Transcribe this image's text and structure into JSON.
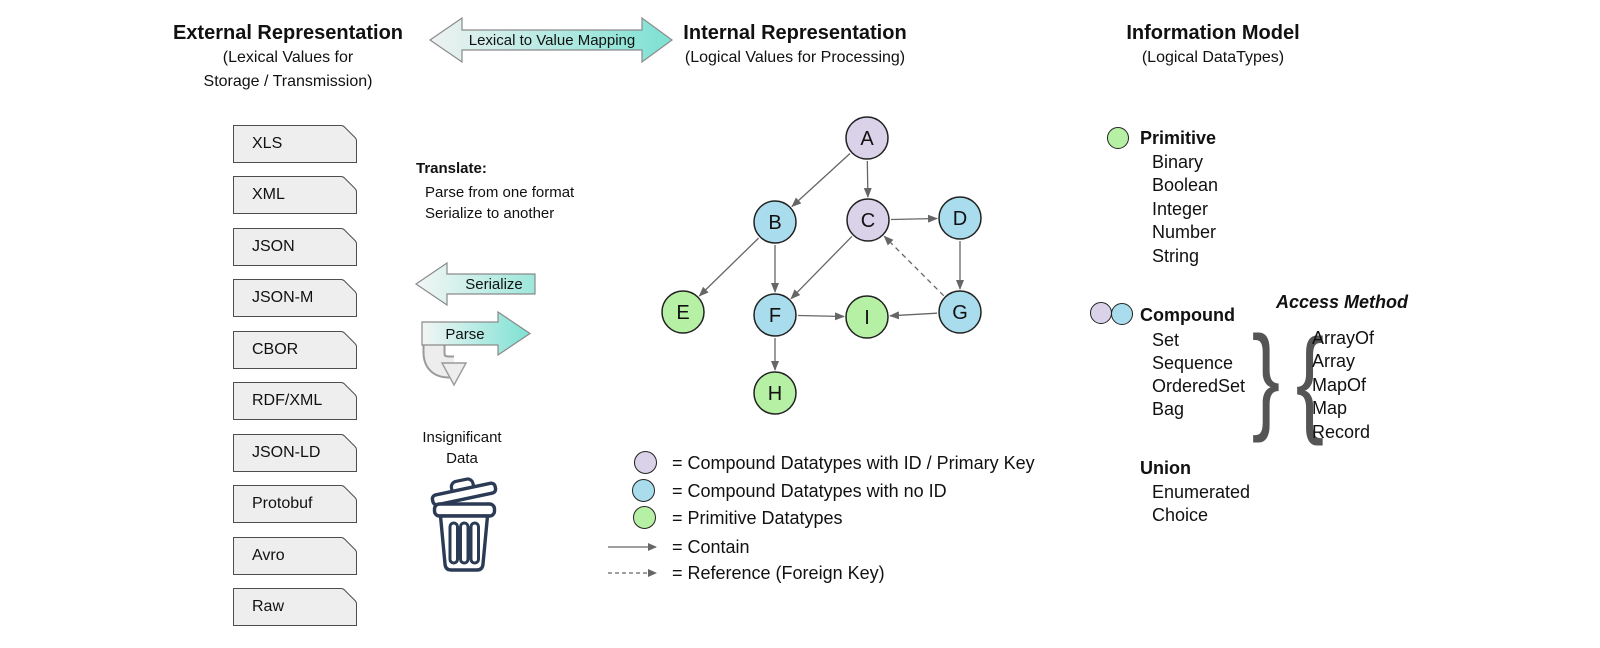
{
  "colors": {
    "purple": "#d9d2e9",
    "blue": "#a9dcec",
    "green": "#b5f0a4",
    "teal": "#7de1d3",
    "teal-light": "#eef2f1",
    "tag-fill": "#eeeeee",
    "edge": "#666666",
    "trash": "#2b3a55",
    "ink": "#111111"
  },
  "header": {
    "external": {
      "title": "External Representation",
      "subtitle1": "(Lexical Values for",
      "subtitle2": "Storage / Transmission)"
    },
    "mapping_label": "Lexical to Value Mapping",
    "internal": {
      "title": "Internal Representation",
      "subtitle": "(Logical Values for Processing)"
    },
    "info_model": {
      "title": "Information Model",
      "subtitle": "(Logical DataTypes)"
    }
  },
  "formats": [
    "XLS",
    "XML",
    "JSON",
    "JSON-M",
    "CBOR",
    "RDF/XML",
    "JSON-LD",
    "Protobuf",
    "Avro",
    "Raw"
  ],
  "translate": {
    "title": "Translate:",
    "line1": "Parse from one format",
    "line2": "Serialize to another",
    "serialize_label": "Serialize",
    "parse_label": "Parse",
    "discard_line1": "Insignificant",
    "discard_line2": "Data"
  },
  "graph": {
    "nodes": [
      {
        "label": "A",
        "kind": "compound-with-id"
      },
      {
        "label": "B",
        "kind": "compound-no-id"
      },
      {
        "label": "C",
        "kind": "compound-with-id"
      },
      {
        "label": "D",
        "kind": "compound-no-id"
      },
      {
        "label": "E",
        "kind": "primitive"
      },
      {
        "label": "F",
        "kind": "compound-no-id"
      },
      {
        "label": "G",
        "kind": "compound-no-id"
      },
      {
        "label": "H",
        "kind": "primitive"
      },
      {
        "label": "I",
        "kind": "primitive"
      }
    ],
    "edges": [
      {
        "from": "A",
        "to": "B",
        "type": "contain"
      },
      {
        "from": "A",
        "to": "C",
        "type": "contain"
      },
      {
        "from": "C",
        "to": "D",
        "type": "contain"
      },
      {
        "from": "B",
        "to": "E",
        "type": "contain"
      },
      {
        "from": "B",
        "to": "F",
        "type": "contain"
      },
      {
        "from": "C",
        "to": "F",
        "type": "contain"
      },
      {
        "from": "F",
        "to": "I",
        "type": "contain"
      },
      {
        "from": "G",
        "to": "I",
        "type": "contain"
      },
      {
        "from": "D",
        "to": "G",
        "type": "contain"
      },
      {
        "from": "F",
        "to": "H",
        "type": "contain"
      },
      {
        "from": "G",
        "to": "C",
        "type": "reference"
      }
    ]
  },
  "legend": {
    "items": [
      {
        "swatch": "purple-circle",
        "label": "= Compound Datatypes with ID / Primary Key"
      },
      {
        "swatch": "blue-circle",
        "label": "= Compound Datatypes with no ID"
      },
      {
        "swatch": "green-circle",
        "label": "= Primitive Datatypes"
      },
      {
        "swatch": "solid-arrow",
        "label": "= Contain"
      },
      {
        "swatch": "dashed-arrow",
        "label": "= Reference (Foreign Key)"
      }
    ]
  },
  "info_model": {
    "primitive": {
      "title": "Primitive",
      "items": [
        "Binary",
        "Boolean",
        "Integer",
        "Number",
        "String"
      ]
    },
    "compound": {
      "title": "Compound",
      "items": [
        "Set",
        "Sequence",
        "OrderedSet",
        "Bag"
      ]
    },
    "access_method": {
      "title": "Access Method",
      "items": [
        "ArrayOf",
        "Array",
        "MapOf",
        "Map",
        "Record"
      ]
    },
    "union": {
      "title": "Union",
      "items": [
        "Enumerated",
        "Choice"
      ]
    }
  }
}
